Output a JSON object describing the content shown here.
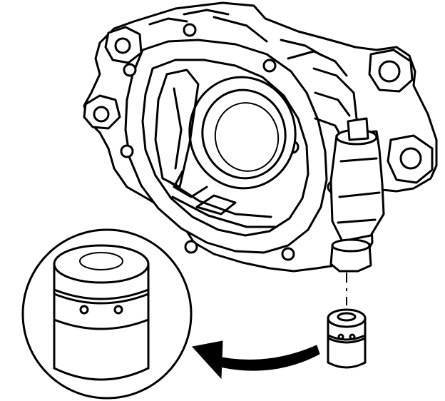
{
  "figure": {
    "background": "#ffffff",
    "ink": "#000000",
    "components": [
      "pump-housing",
      "leader-line",
      "small-part",
      "magnifier-circle",
      "enlarged-part",
      "direction-arrow"
    ]
  }
}
